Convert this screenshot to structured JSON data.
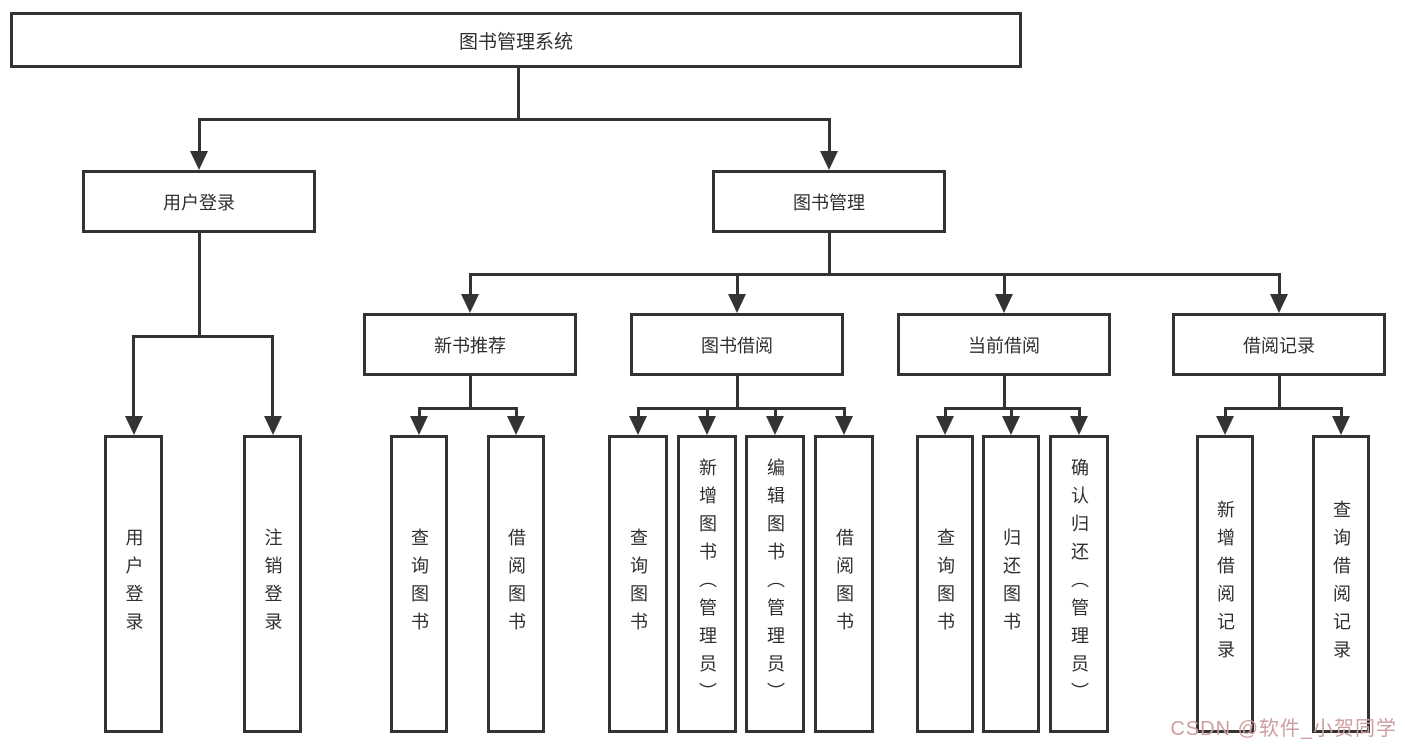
{
  "nodes": {
    "root": "图书管理系统",
    "user_login": "用户登录",
    "book_mgmt": "图书管理",
    "new_book_rec": "新书推荐",
    "book_borrow": "图书借阅",
    "current_borrow": "当前借阅",
    "borrow_records": "借阅记录"
  },
  "leaves": {
    "user_login": [
      "用户登录",
      "注销登录"
    ],
    "new_book_rec": [
      "查询图书",
      "借阅图书"
    ],
    "book_borrow": [
      "查询图书",
      "新增图书（管理员）",
      "编辑图书（管理员）",
      "借阅图书"
    ],
    "current_borrow": [
      "查询图书",
      "归还图书",
      "确认归还（管理员）"
    ],
    "borrow_records": [
      "新增借阅记录",
      "查询借阅记录"
    ]
  },
  "watermark": {
    "text": "CSDN @软件_小贺同学",
    "color": "#cf9e9e"
  },
  "line_color": "#333333"
}
